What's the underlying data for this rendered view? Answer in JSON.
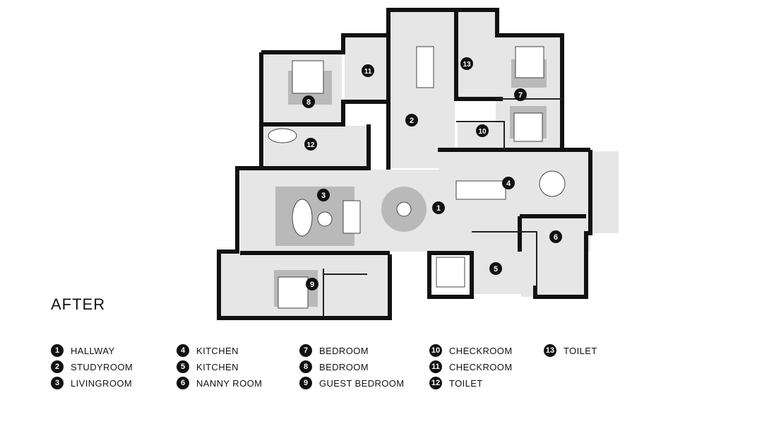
{
  "title": "AFTER",
  "legend": [
    {
      "num": "1",
      "label": "HALLWAY"
    },
    {
      "num": "2",
      "label": "STUDYROOM"
    },
    {
      "num": "3",
      "label": "LIVINGROOM"
    },
    {
      "num": "4",
      "label": "KITCHEN"
    },
    {
      "num": "5",
      "label": "KITCHEN"
    },
    {
      "num": "6",
      "label": "NANNY ROOM"
    },
    {
      "num": "7",
      "label": "BEDROOM"
    },
    {
      "num": "8",
      "label": "BEDROOM"
    },
    {
      "num": "9",
      "label": "GUEST BEDROOM"
    },
    {
      "num": "10",
      "label": "CHECKROOM"
    },
    {
      "num": "11",
      "label": "CHECKROOM"
    },
    {
      "num": "12",
      "label": "TOILET"
    },
    {
      "num": "13",
      "label": "TOILET"
    }
  ],
  "markers": [
    "1",
    "2",
    "3",
    "4",
    "5",
    "6",
    "7",
    "8",
    "9",
    "10",
    "11",
    "12",
    "13"
  ],
  "colors": {
    "wall": "#111111",
    "floor": "#e6e6e6",
    "furniture": "#ffffff",
    "rug": "#b9b9b9"
  }
}
